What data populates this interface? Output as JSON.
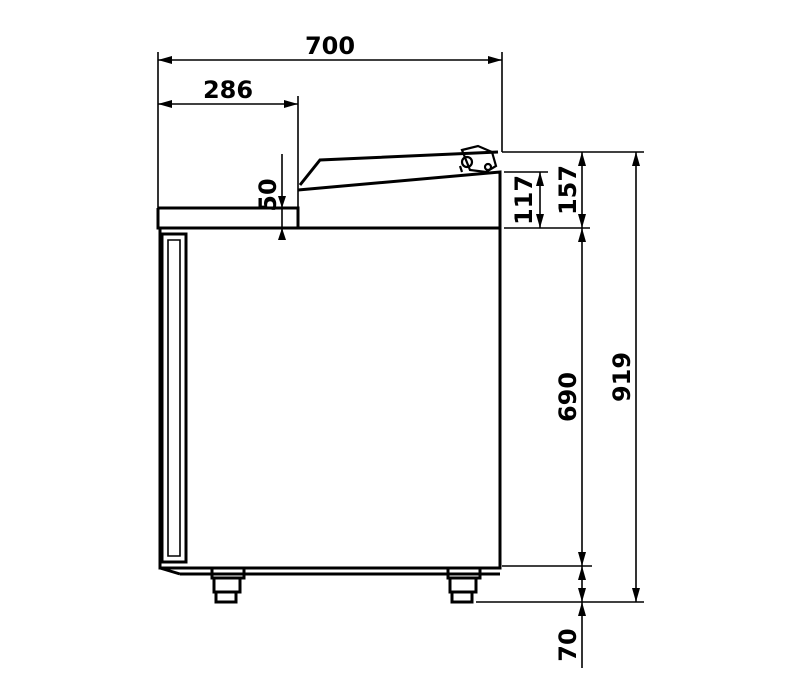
{
  "dimensions": {
    "overall_depth": "700",
    "worktop_depth": "286",
    "worktop_thickness": "50",
    "lid_height": "117",
    "top_total_height": "157",
    "cabinet_height": "690",
    "overall_height": "919",
    "leg_height": "70"
  },
  "colors": {
    "line": "#000000",
    "background": "#ffffff"
  }
}
